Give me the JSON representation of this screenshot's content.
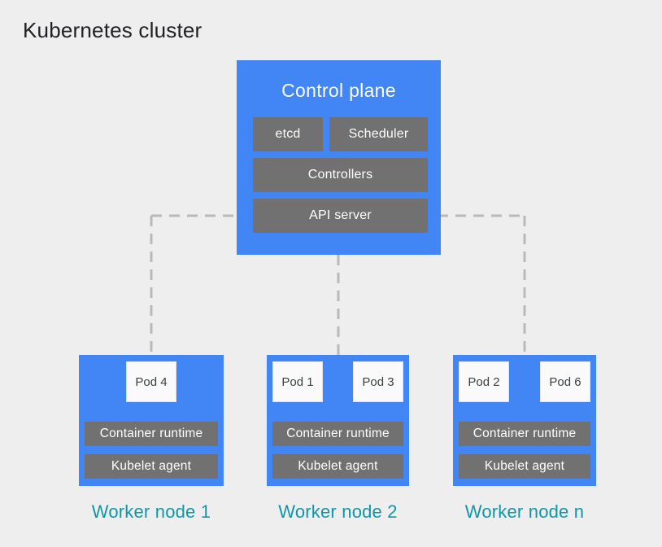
{
  "diagram": {
    "title": "Kubernetes cluster",
    "control_plane": {
      "title": "Control plane",
      "components": {
        "etcd": "etcd",
        "scheduler": "Scheduler",
        "controllers": "Controllers",
        "api_server": "API server"
      }
    },
    "worker_nodes": [
      {
        "label": "Worker node 1",
        "pods": [
          "Pod 4"
        ],
        "runtime": "Container runtime",
        "kubelet": "Kubelet agent"
      },
      {
        "label": "Worker node 2",
        "pods": [
          "Pod 1",
          "Pod 3"
        ],
        "runtime": "Container runtime",
        "kubelet": "Kubelet agent"
      },
      {
        "label": "Worker node n",
        "pods": [
          "Pod 2",
          "Pod 6"
        ],
        "runtime": "Container runtime",
        "kubelet": "Kubelet agent"
      }
    ],
    "colors": {
      "background": "#eeeeee",
      "node_blue": "#4285f4",
      "component_gray": "#717171",
      "pod_background": "#fafafa",
      "pod_text": "#3c4043",
      "worker_label_teal": "#0e97a6",
      "connector_gray": "#b9b9b9",
      "title_text": "#202124",
      "component_text": "#ffffff"
    }
  }
}
